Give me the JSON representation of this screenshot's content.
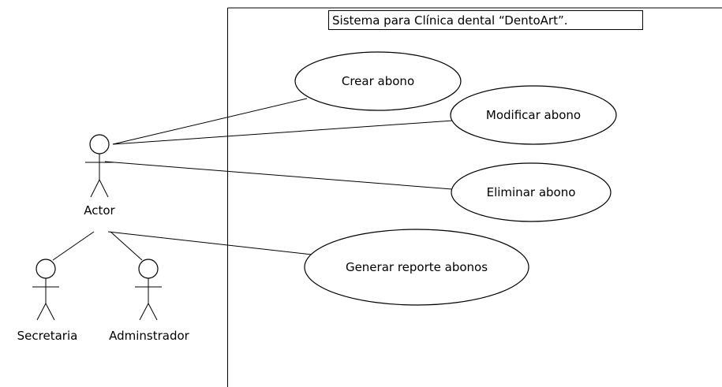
{
  "system": {
    "title": "Sistema para Clínica dental “DentoArt”."
  },
  "actors": [
    {
      "id": "actor",
      "label": "Actor"
    },
    {
      "id": "secretaria",
      "label": "Secretaria"
    },
    {
      "id": "administrador",
      "label": "Adminstrador"
    }
  ],
  "use_cases": [
    {
      "id": "crear",
      "label": "Crear abono"
    },
    {
      "id": "modificar",
      "label": "Modificar abono"
    },
    {
      "id": "eliminar",
      "label": "Eliminar abono"
    },
    {
      "id": "reporte",
      "label": "Generar reporte abonos"
    }
  ]
}
